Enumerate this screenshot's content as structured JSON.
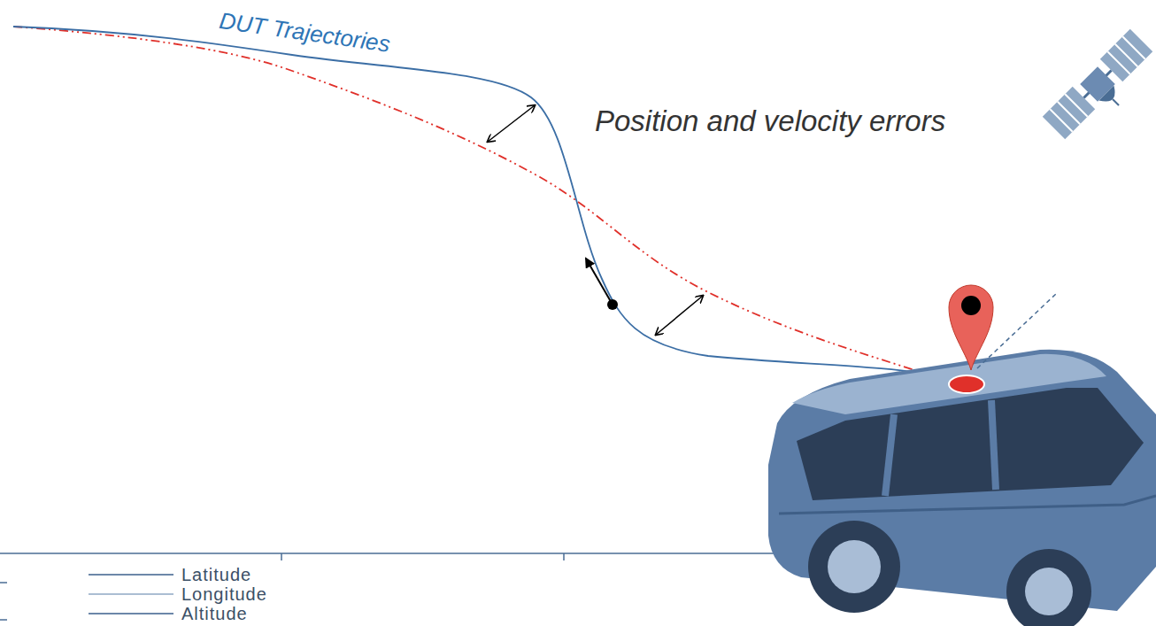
{
  "diagram": {
    "labels": [
      "DUT Trajectories",
      "Position and velocity errors"
    ],
    "legend": [
      {
        "text": "Latitude"
      },
      {
        "text": "Longitude"
      },
      {
        "text": "Altitude"
      }
    ]
  }
}
